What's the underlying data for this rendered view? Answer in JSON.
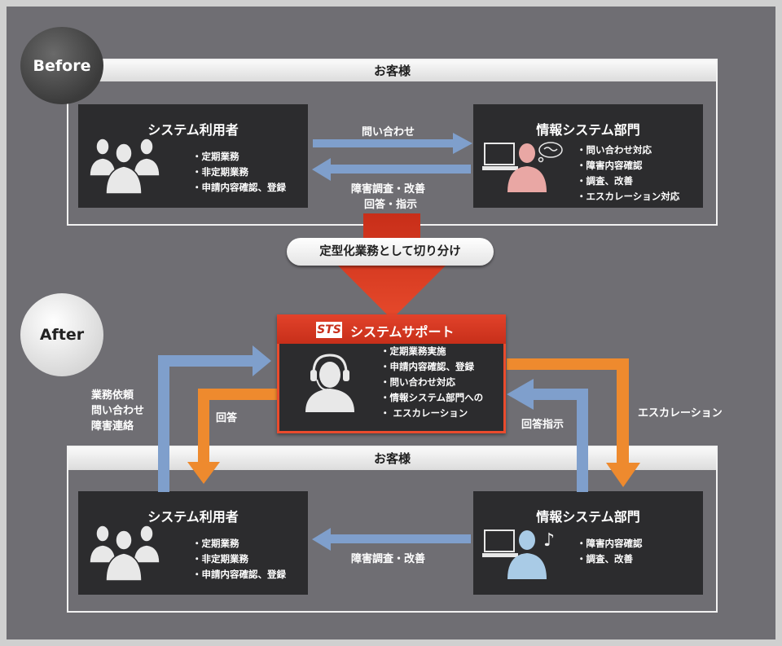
{
  "before": {
    "badge": "Before",
    "customer_bar": "お客様",
    "user_panel": {
      "title": "システム利用者",
      "items": [
        "定期業務",
        "非定期業務",
        "申請内容確認、登録"
      ]
    },
    "it_panel": {
      "title": "情報システム部門",
      "items": [
        "問い合わせ対応",
        "障害内容確認",
        "調査、改善",
        "エスカレーション対応"
      ]
    },
    "arrow_right_label": "問い合わせ",
    "arrow_left_label_1": "障害調査・改善",
    "arrow_left_label_2": "回答・指示"
  },
  "transition_label": "定型化業務として切り分け",
  "after": {
    "badge": "After",
    "sts": {
      "logo": "STS",
      "title": "システムサポート",
      "items": [
        "定期業務実施",
        "申請内容確認、登録",
        "問い合わせ対応",
        "情報システム部門への",
        "エスカレーション"
      ]
    },
    "left_blue_labels": [
      "業務依頼",
      "問い合わせ",
      "障害連絡"
    ],
    "left_orange_label": "回答",
    "right_blue_label": "回答指示",
    "right_orange_label": "エスカレーション",
    "customer_bar": "お客様",
    "user_panel": {
      "title": "システム利用者",
      "items": [
        "定期業務",
        "非定期業務",
        "申請内容確認、登録"
      ]
    },
    "it_panel": {
      "title": "情報システム部門",
      "items": [
        "障害内容確認",
        "調査、改善"
      ]
    },
    "bottom_arrow_label": "障害調査・改善"
  },
  "colors": {
    "background": "#6f6e73",
    "panel": "#2c2c2e",
    "blue_arrow": "#7f9fcc",
    "orange_arrow": "#ee8a2e",
    "red_arrow": "#d93a20",
    "sts_header": "#d0351d",
    "pink_person": "#e9a7a4",
    "blue_person": "#a9cbe6"
  },
  "icons": [
    "user-group-icon",
    "laptop-person-icon",
    "thought-bubble-icon",
    "headset-person-icon",
    "music-note-icon"
  ]
}
